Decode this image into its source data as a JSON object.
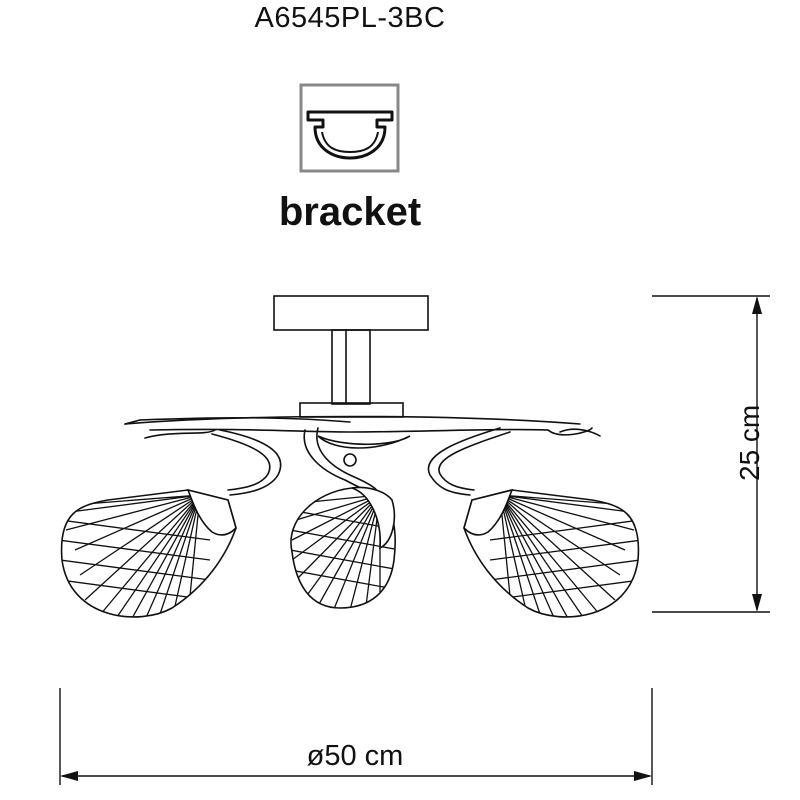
{
  "title": "A6545PL-3BC",
  "mount_type_label": "bracket",
  "icons": {
    "bracket": "bracket-mount-icon"
  },
  "dimensions": {
    "height": "25 cm",
    "diameter": "ø50 cm"
  },
  "colors": {
    "line": "#111111",
    "icon_frame": "#888888"
  }
}
